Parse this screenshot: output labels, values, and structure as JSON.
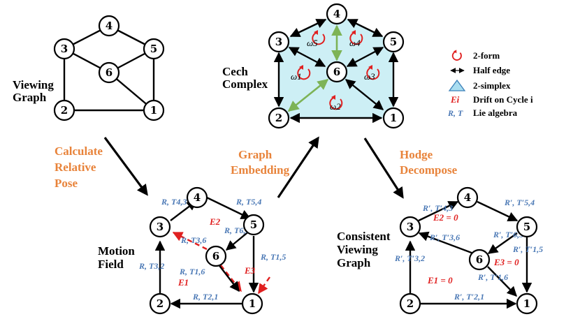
{
  "titles": {
    "viewing_graph": [
      "Viewing",
      "Graph"
    ],
    "cech_complex": [
      "Cech",
      "Complex"
    ],
    "motion_field": [
      "Motion",
      "Field"
    ],
    "consistent_graph": [
      "Consistent",
      "Viewing",
      "Graph"
    ]
  },
  "steps": {
    "calculate": [
      "Calculate",
      "Relative",
      "Pose"
    ],
    "embedding": [
      "Graph",
      "Embedding"
    ],
    "hodge": [
      "Hodge",
      "Decompose"
    ]
  },
  "node_labels": [
    "1",
    "2",
    "3",
    "4",
    "5",
    "6"
  ],
  "omegas": [
    "ω1",
    "ω2",
    "ω3",
    "ω4",
    "ω5"
  ],
  "motion_edges": {
    "e43": "R, T4,3",
    "e54": "R, T5,4",
    "e65": "R, T6,5",
    "e36": "R, T3,6",
    "e16": "R, T1,6",
    "e15": "R, T1,5",
    "e32": "R, T3,2",
    "e21": "R, T2,1"
  },
  "motion_drifts": [
    "E2",
    "E1",
    "E3"
  ],
  "consistent_edges": {
    "e43": "R′, T′4,3",
    "e54": "R′, T′5,4",
    "e65": "R′, T′6,5",
    "e36": "R′, T′3,6",
    "e16": "R′, T′1,6",
    "e15": "R′, T′1,5",
    "e32": "R′, T′3,2",
    "e21": "R′, T′2,1"
  },
  "consistent_drifts": [
    "E2 = 0",
    "E1 = 0",
    "E3 = 0"
  ],
  "legend": {
    "items": [
      "2-form",
      "Half edge",
      "2-simplex",
      "Drift on Cycle i",
      "Lie algebra"
    ],
    "symbols": [
      "Ei",
      "R, T"
    ]
  },
  "colors": {
    "orange": "#E8833A",
    "blue": "#4A78B5",
    "red": "#E02020",
    "green": "#7DB356",
    "simplex_fill": "#CDEFF5"
  },
  "icons": [
    "circular-arrow-icon",
    "double-arrow-icon",
    "triangle-icon"
  ]
}
